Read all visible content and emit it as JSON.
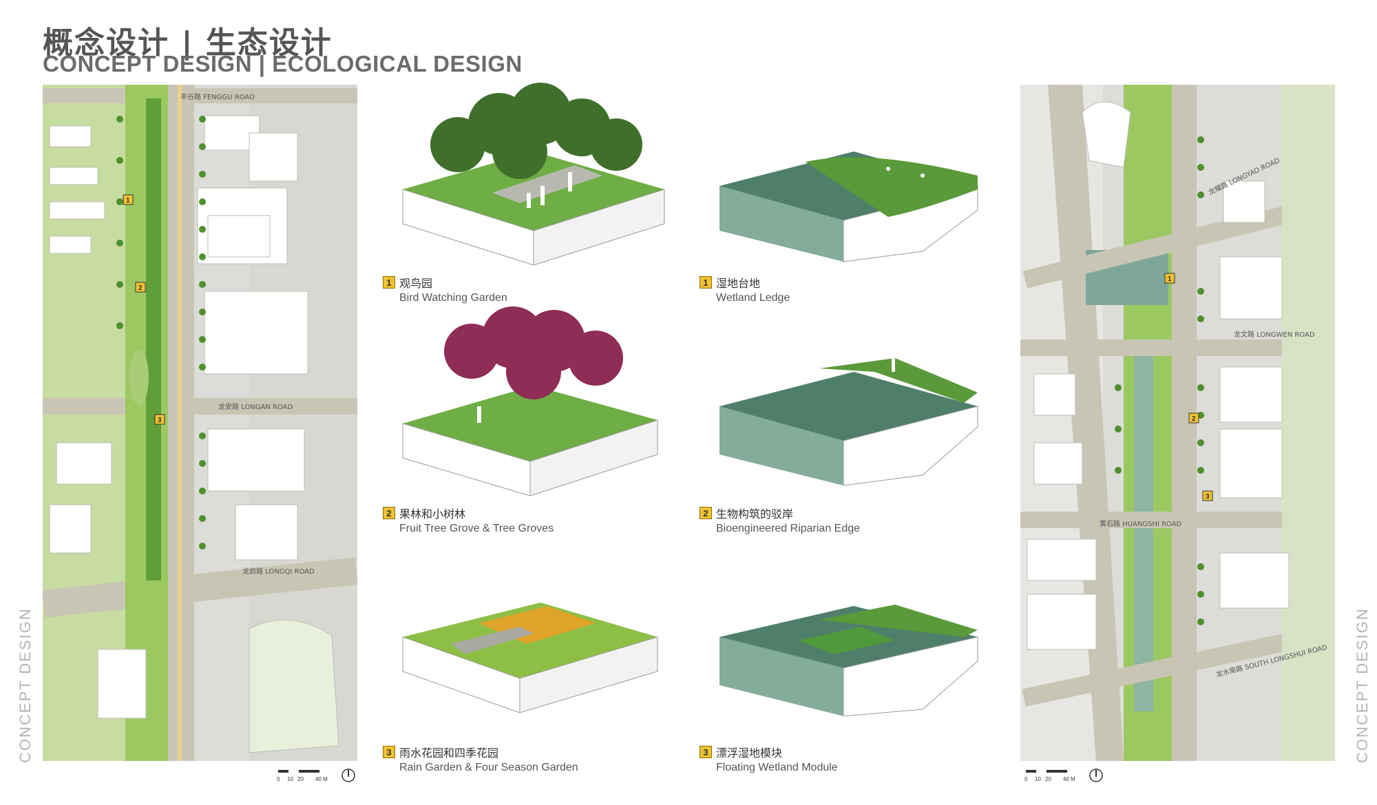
{
  "header": {
    "title_cn": "概念设计 | 生态设计",
    "title_en": "CONCEPT DESIGN | ECOLOGICAL DESIGN"
  },
  "side_labels": {
    "left": "CONCEPT DESIGN",
    "right": "CONCEPT DESIGN"
  },
  "left_map": {
    "roads": {
      "fenggu": "丰谷路 FENGGU ROAD",
      "longan": "龙安路 LONGAN ROAD",
      "longqi": "龙启路 LONGQI ROAD"
    },
    "markers": [
      "1",
      "2",
      "3"
    ]
  },
  "right_map": {
    "roads": {
      "longyao": "龙耀路 LONGYAO ROAD",
      "longwen": "龙文路 LONGWEN ROAD",
      "huangshi": "黄石路 HUANGSHI ROAD",
      "south_longshui": "龙水南路 SOUTH LONGSHUI ROAD"
    },
    "markers": [
      "1",
      "2",
      "3"
    ]
  },
  "panels": [
    {
      "number": "1",
      "cn": "观鸟园",
      "en": "Bird Watching Garden"
    },
    {
      "number": "2",
      "cn": "果林和小树林",
      "en": "Fruit Tree Grove & Tree Groves"
    },
    {
      "number": "3",
      "cn": "雨水花园和四季花园",
      "en": "Rain Garden &  Four Season Garden"
    },
    {
      "number": "1",
      "cn": "湿地台地",
      "en": "Wetland Ledge"
    },
    {
      "number": "2",
      "cn": "生物构筑的驳岸",
      "en": "Bioengineered Riparian Edge"
    },
    {
      "number": "3",
      "cn": "漂浮湿地模块",
      "en": "Floating Wetland Module"
    }
  ],
  "scale_bar": {
    "ticks": [
      "0",
      "10",
      "20",
      "40 M"
    ]
  },
  "colors": {
    "road": "#c9c5b5",
    "block": "#dcdcd8",
    "building": "#ffffff",
    "green": "#8cbf4e",
    "light_green": "#c7dca0",
    "tree": "#4f8f2e",
    "water": "#6d9d8a",
    "accent": "#f1c232"
  }
}
